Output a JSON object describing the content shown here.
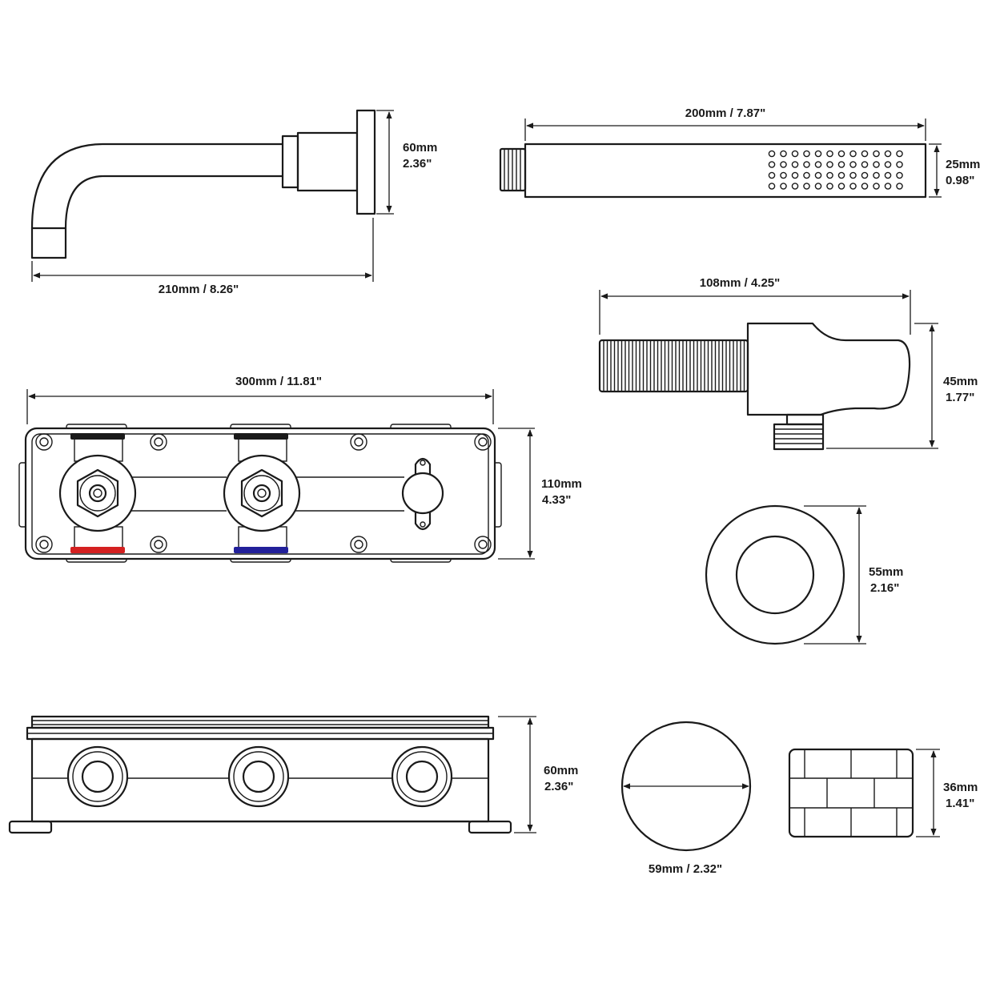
{
  "dimensions": {
    "spout_length": "210mm / 8.26\"",
    "spout_height_mm": "60mm",
    "spout_height_in": "2.36\"",
    "handshower_length": "200mm / 7.87\"",
    "handshower_width_mm": "25mm",
    "handshower_width_in": "0.98\"",
    "elbow_length": "108mm / 4.25\"",
    "elbow_height_mm": "45mm",
    "elbow_height_in": "1.77\"",
    "valve_length": "300mm / 11.81\"",
    "valve_height_mm": "110mm",
    "valve_height_in": "4.33\"",
    "escutcheon_dia_mm": "55mm",
    "escutcheon_dia_in": "2.16\"",
    "box_depth_mm": "60mm",
    "box_depth_in": "2.36\"",
    "plate_dia": "59mm / 2.32\"",
    "handle_height_mm": "36mm",
    "handle_height_in": "1.41\""
  },
  "colors": {
    "line": "#1a1a1a",
    "hot_marker": "#d42020",
    "cold_marker": "#22209a",
    "neutral_marker": "#1a1a1a"
  }
}
